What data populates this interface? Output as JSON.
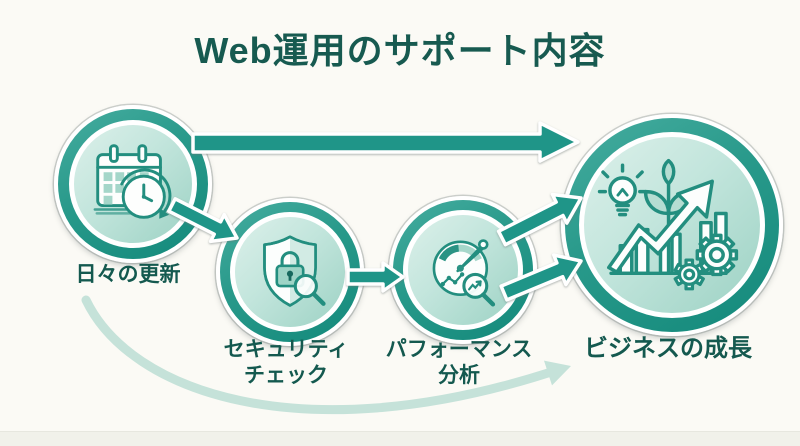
{
  "title": "Web運用のサポート内容",
  "steps": [
    {
      "label": "日々の更新",
      "icon": "calendar-clock-icon"
    },
    {
      "label": "セキュリティ\nチェック",
      "icon": "shield-lock-icon"
    },
    {
      "label": "パフォーマンス\n分析",
      "icon": "performance-gauge-icon"
    },
    {
      "label": "ビジネスの成長",
      "icon": "business-growth-icon"
    }
  ],
  "colors": {
    "background": "#fbfaf5",
    "accent_teal": "#1f9588",
    "ring_gradient_top": "#46ada0",
    "ring_gradient_bottom": "#13897b",
    "dark_teal_text": "#14594f",
    "inner_circle_light": "#dcf0ea",
    "inner_circle_dark": "#9dd2c4",
    "icon_stroke": "#238e7f",
    "faded_cycle_arrow": "#c5e2d9",
    "bottom_band": "#f1f1ea"
  }
}
